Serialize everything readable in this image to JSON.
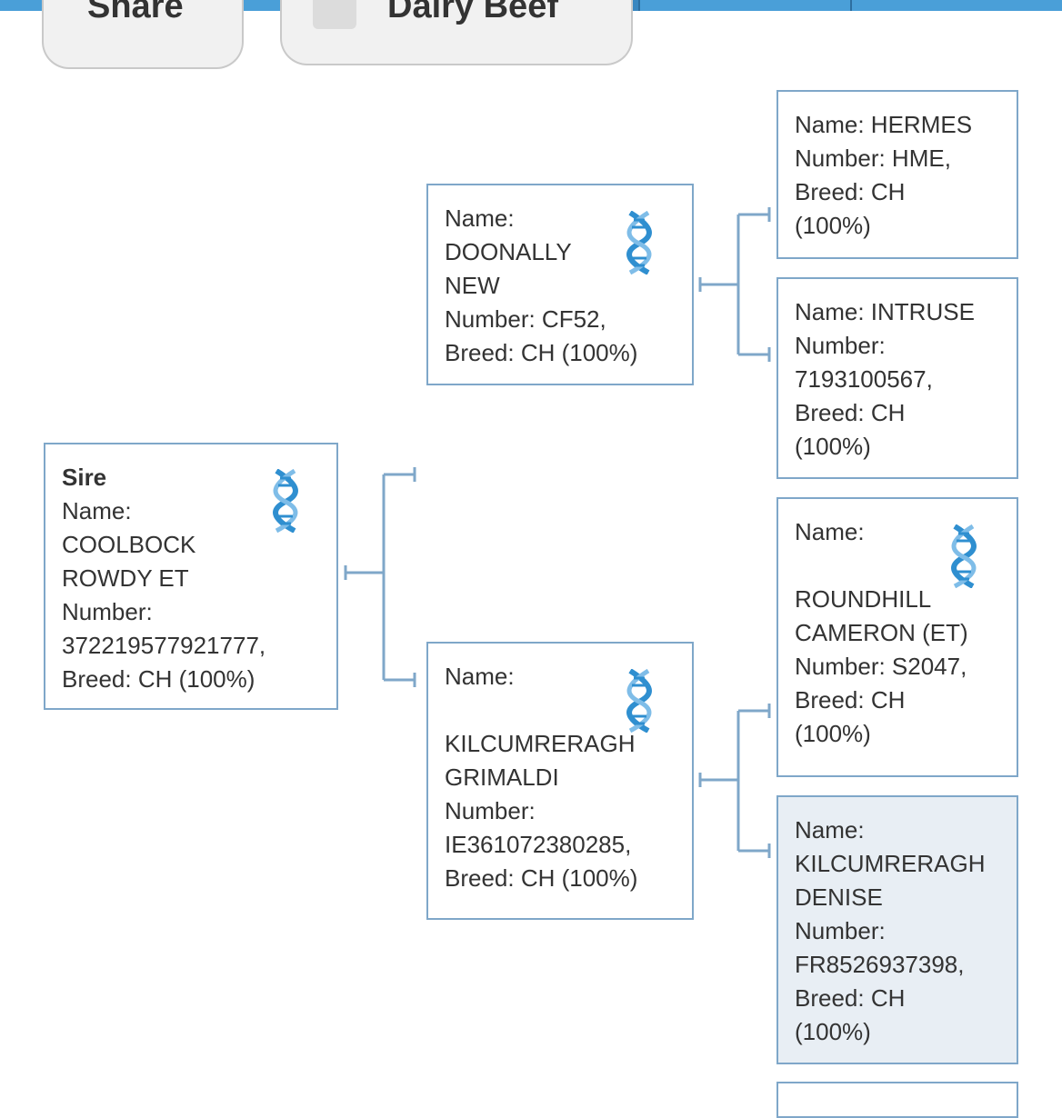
{
  "top_buttons": {
    "share_label": "Share",
    "dairy_beef_label": "Dairy Beef"
  },
  "pedigree": {
    "sire": {
      "heading": "Sire",
      "name_label": "Name:",
      "name_line1": "COOLBOCK",
      "name_line2": "ROWDY ET",
      "number_label": "Number:",
      "number": "372219577921777,",
      "breed": "Breed: CH (100%)"
    },
    "sire_sire": {
      "name_label": "Name:",
      "name_line1": "DOONALLY",
      "name_line2": "NEW",
      "number": "Number: CF52,",
      "breed": "Breed: CH (100%)"
    },
    "sire_dam": {
      "name_label": "Name:",
      "name_line1": "KILCUMRERAGH",
      "name_line2": "GRIMALDI",
      "number_label": "Number:",
      "number": "IE361072380285,",
      "breed": "Breed: CH (100%)"
    },
    "ss_sire": {
      "name": "Name: HERMES",
      "number": "Number: HME,",
      "breed_line1": "Breed: CH",
      "breed_line2": "(100%)"
    },
    "ss_dam": {
      "name": "Name: INTRUSE",
      "number_label": "Number:",
      "number": "7193100567,",
      "breed_line1": "Breed: CH",
      "breed_line2": "(100%)"
    },
    "sd_sire": {
      "name_label": "Name:",
      "name_line1": "ROUNDHILL",
      "name_line2": "CAMERON (ET)",
      "number": "Number: S2047,",
      "breed_line1": "Breed: CH",
      "breed_line2": "(100%)"
    },
    "sd_dam": {
      "name_label": "Name:",
      "name_line1": "KILCUMRERAGH",
      "name_line2": "DENISE",
      "number_label": "Number:",
      "number": "FR8526937398,",
      "breed_line1": "Breed: CH",
      "breed_line2": "(100%)"
    }
  },
  "colors": {
    "accent": "#4a9fd8",
    "card_border": "#7fa7c9",
    "connector": "#7fa7c9",
    "highlight": "#e8eef4",
    "dna": "#2f8fd0"
  },
  "icons": {
    "dna": "dna-helix-icon"
  }
}
